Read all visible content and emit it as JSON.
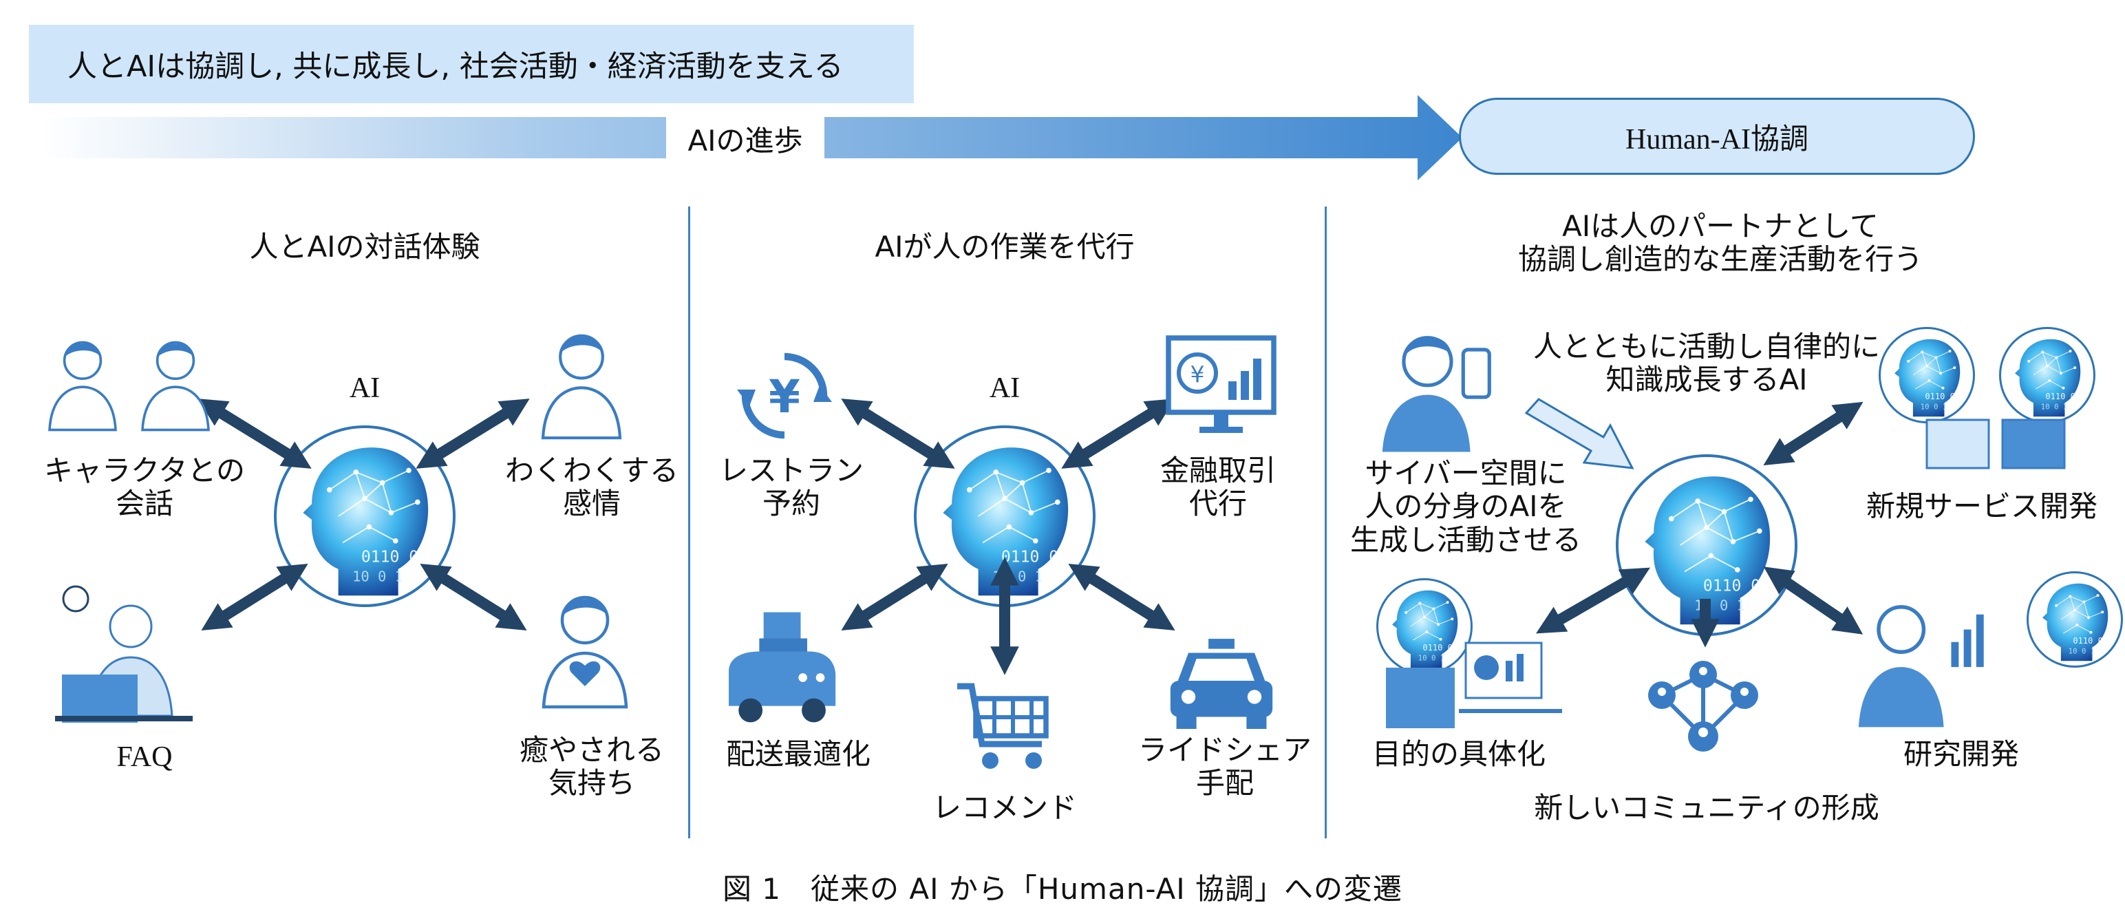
{
  "banner": {
    "text": "人とAIは協調し, 共に成長し, 社会活動・経済活動を支える"
  },
  "progress": {
    "label": "AIの進歩",
    "goal": "Human-AI協調"
  },
  "sections": [
    {
      "title": "人とAIの対話体験",
      "ai_label": "AI",
      "items": {
        "top_left": "キャラクタとの\n会話",
        "top_right": "わくわくする\n感情",
        "bottom_left": "FAQ",
        "bottom_right": "癒やされる\n気持ち"
      }
    },
    {
      "title": "AIが人の作業を代行",
      "ai_label": "AI",
      "items": {
        "top_left": "レストラン\n予約",
        "top_right": "金融取引\n代行",
        "bottom_left": "配送最適化",
        "bottom_center": "レコメンド",
        "bottom_right": "ライドシェア\n手配"
      }
    },
    {
      "title": "AIは人のパートナとして\n協調し創造的な生産活動を行う",
      "items": {
        "top_center": "人とともに活動し自律的に\n知識成長するAI",
        "middle_left": "サイバー空間に\n人の分身のAIを\n生成し活動させる",
        "top_right": "新規サービス開発",
        "bottom_left": "目的の具体化",
        "bottom_center": "新しいコミュニティの形成",
        "bottom_right": "研究開発"
      }
    }
  ],
  "caption": "図 1　従来の AI から「Human-AI 協調」への変遷",
  "colors": {
    "accent": "#2e75b6",
    "banner_fill": "#cfe6fa",
    "arrow_dark": "#244466",
    "icon_blue": "#3a7cc4"
  }
}
